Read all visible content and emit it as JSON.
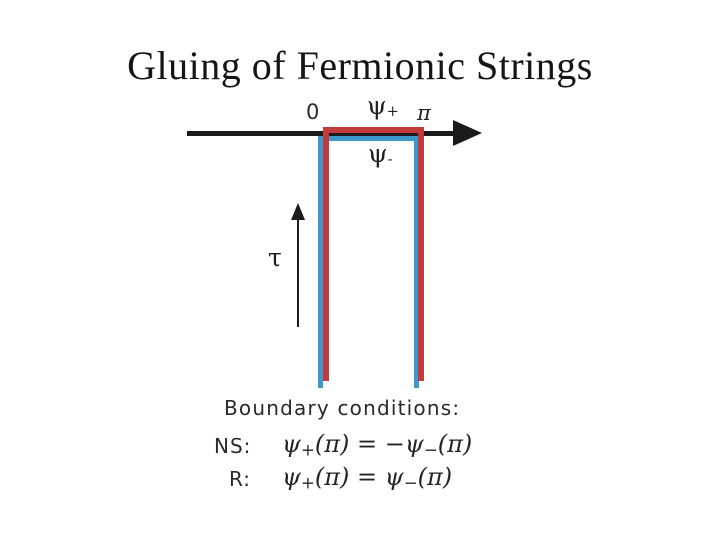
{
  "slide": {
    "title": "Gluing of Fermionic Strings",
    "background_color": "#ffffff"
  },
  "diagram": {
    "axis": {
      "origin_label": "0",
      "end_label": "π",
      "arrow_color": "#1b1b1b"
    },
    "field_labels": {
      "psi_plus_base": "ψ",
      "psi_plus_sub": "+",
      "psi_minus_base": "ψ",
      "psi_minus_sub": "-"
    },
    "tau_label": "τ",
    "colors": {
      "red_string": "#c23a3a",
      "blue_string": "#3f98ca",
      "ink": "#1b1b1b"
    }
  },
  "boundary": {
    "heading": "Boundary conditions:",
    "equations": [
      {
        "label": "NS:",
        "lhs_base": "ψ",
        "lhs_sub": "+",
        "mid": "(π) = −ψ",
        "rhs_sub": "−",
        "tail": "(π)"
      },
      {
        "label": "R:",
        "lhs_base": "ψ",
        "lhs_sub": "+",
        "mid": "(π) = ψ",
        "rhs_sub": "−",
        "tail": "(π)"
      }
    ]
  }
}
